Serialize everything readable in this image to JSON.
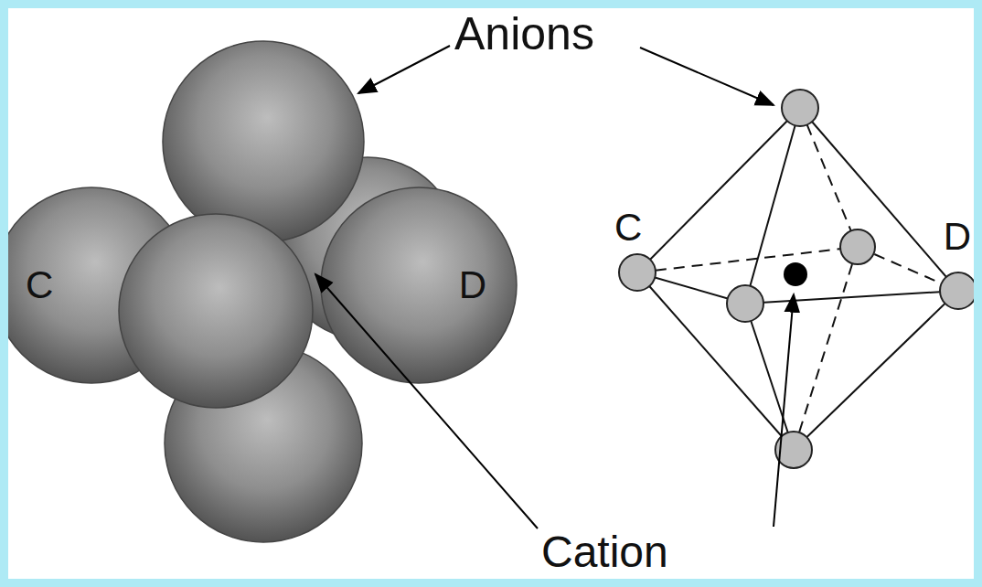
{
  "diagram": {
    "nodes": [
      {
        "text": [
          "C"
        ]
      },
      {
        "text": [
          "D"
        ]
      }
    ],
    "labels": [
      "Anions",
      "C",
      "D",
      "Cation"
    ]
  }
}
